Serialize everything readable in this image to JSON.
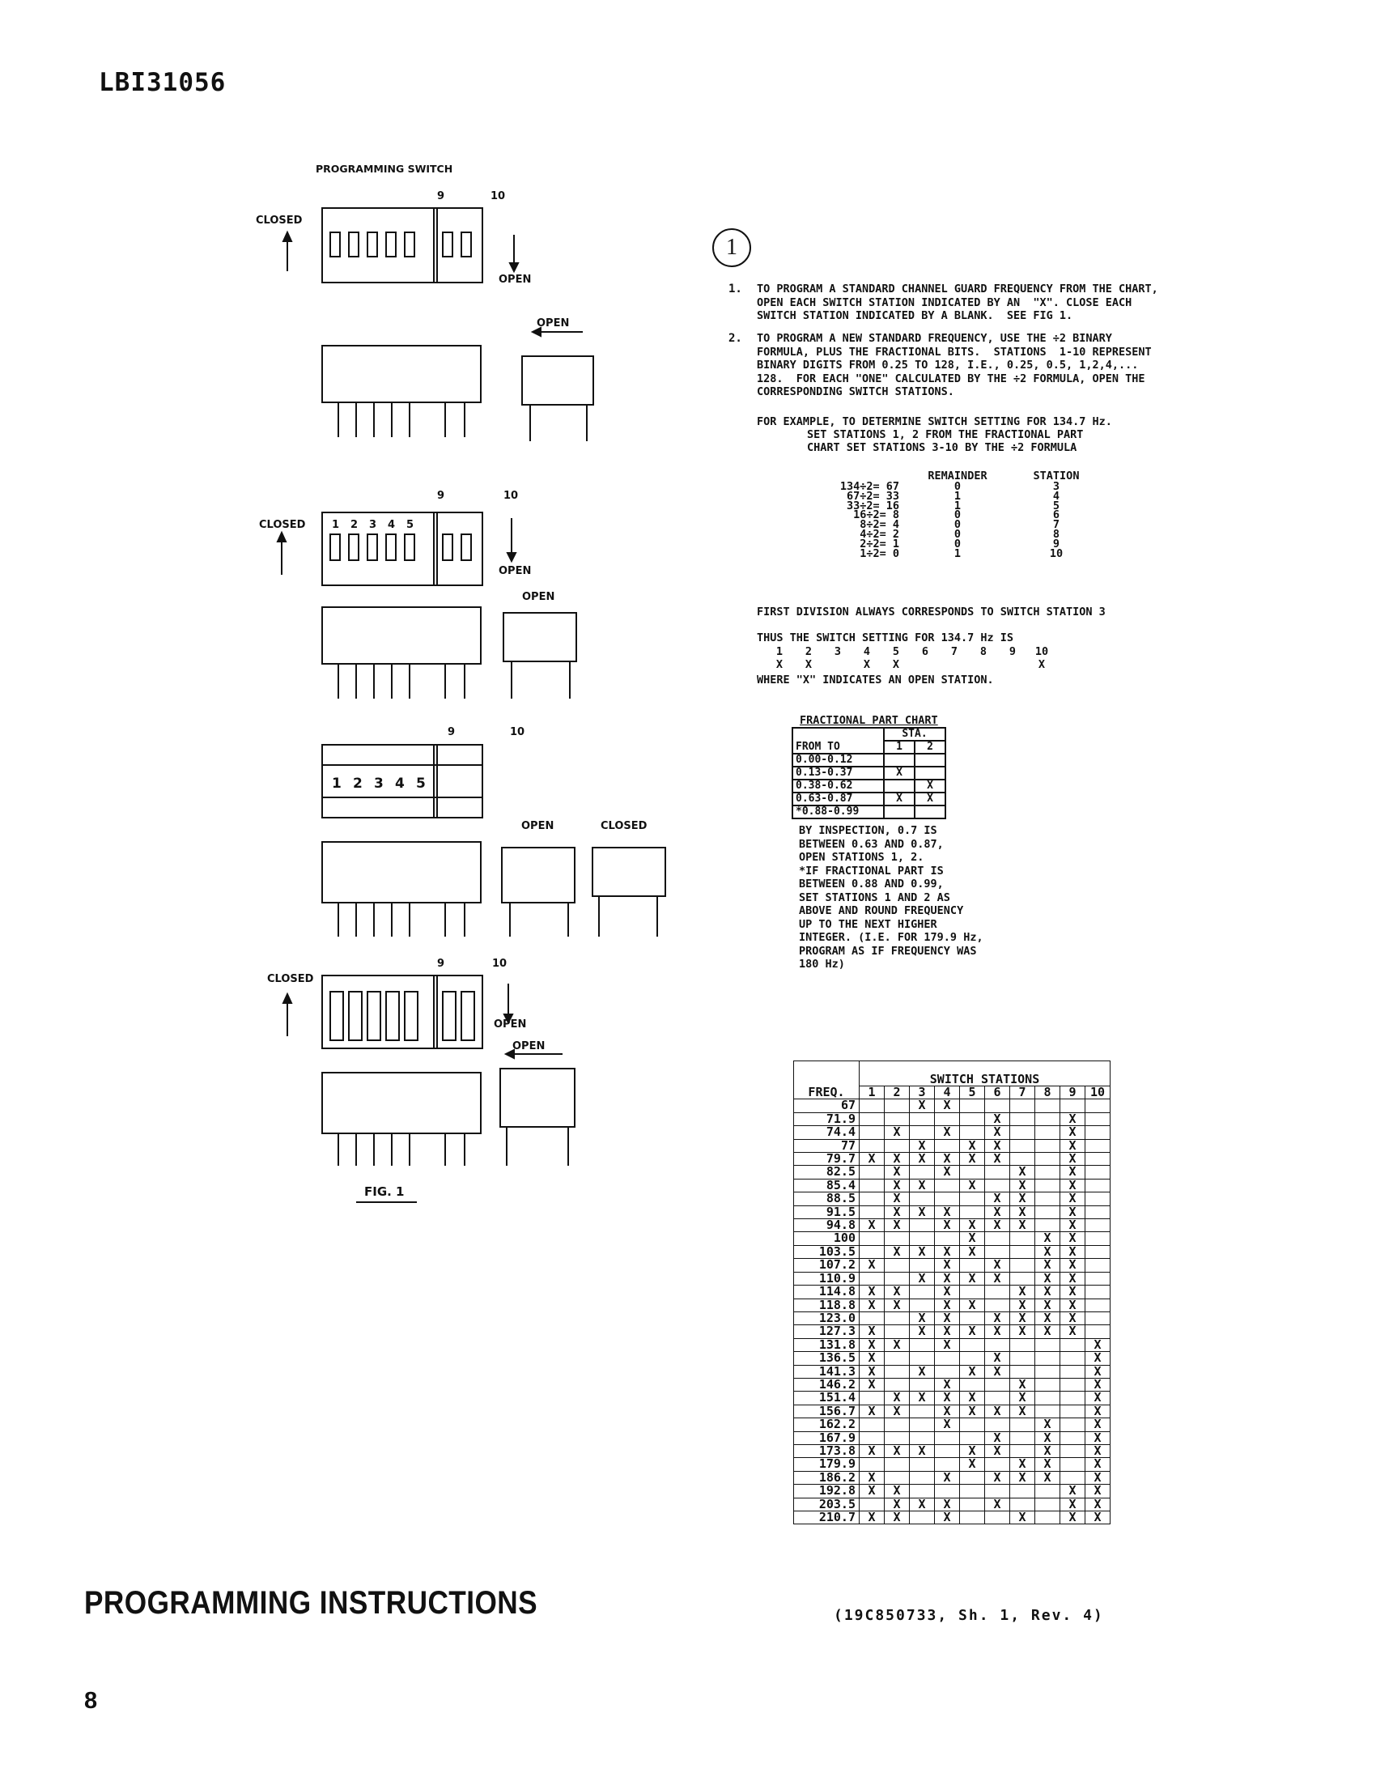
{
  "header": {
    "doc_id": "LBI31056"
  },
  "figure": {
    "title": "PROGRAMMING SWITCH",
    "caption": "FIG. 1",
    "labels": {
      "closed": "CLOSED",
      "open": "OPEN",
      "nine": "9",
      "ten": "10",
      "n1": "1",
      "n2": "2",
      "n3": "3",
      "n4": "4",
      "n5": "5"
    }
  },
  "instructions": {
    "circle_label": "1",
    "step1_num": "1.",
    "step1_text": "TO PROGRAM A STANDARD CHANNEL GUARD FREQUENCY FROM THE CHART,\nOPEN EACH SWITCH STATION INDICATED BY AN  \"X\". CLOSE EACH\nSWITCH STATION INDICATED BY A BLANK.  SEE FIG 1.",
    "step2_num": "2.",
    "step2_text": "TO PROGRAM A NEW STANDARD FREQUENCY, USE THE ÷2 BINARY\nFORMULA, PLUS THE FRACTIONAL BITS.  STATIONS  1-10 REPRESENT\nBINARY DIGITS FROM 0.25 TO 128, I.E., 0.25, 0.5, 1,2,4,...\n128.  FOR EACH \"ONE\" CALCULATED BY THE ÷2 FORMULA, OPEN THE\nCORRESPONDING SWITCH STATIONS.",
    "example_line1": "FOR EXAMPLE, TO DETERMINE SWITCH SETTING FOR 134.7 Hz.",
    "example_line2": "SET STATIONS 1, 2 FROM THE FRACTIONAL PART",
    "example_line3": "CHART SET STATIONS 3-10 BY THE ÷2 FORMULA",
    "division_headers": {
      "remainder": "REMAINDER",
      "station": "STATION"
    },
    "divisions": [
      {
        "expr": "134÷2= 67",
        "remainder": "0",
        "station": "3"
      },
      {
        "expr": "67÷2= 33",
        "remainder": "1",
        "station": "4"
      },
      {
        "expr": "33÷2= 16",
        "remainder": "1",
        "station": "5"
      },
      {
        "expr": "16÷2=  8",
        "remainder": "0",
        "station": "6"
      },
      {
        "expr": "8÷2=  4",
        "remainder": "0",
        "station": "7"
      },
      {
        "expr": "4÷2=  2",
        "remainder": "0",
        "station": "8"
      },
      {
        "expr": "2÷2=  1",
        "remainder": "0",
        "station": "9"
      },
      {
        "expr": "1÷2=  0",
        "remainder": "1",
        "station": "10"
      }
    ],
    "first_division_note": "FIRST DIVISION ALWAYS CORRESPONDS TO SWITCH STATION  3",
    "thus_line": "THUS THE SWITCH SETTING FOR 134.7 Hz IS",
    "setting_stations": [
      "1",
      "2",
      "3",
      "4",
      "5",
      "6",
      "7",
      "8",
      "9",
      "10"
    ],
    "setting_marks": [
      "X",
      "X",
      "",
      "X",
      "X",
      "",
      "",
      "",
      "",
      "X"
    ],
    "where_line": "WHERE \"X\" INDICATES AN OPEN STATION."
  },
  "fraction_chart": {
    "title": "FRACTIONAL PART CHART",
    "header_from_to": "FROM TO",
    "header_sta": "STA.",
    "header_1": "1",
    "header_2": "2",
    "rows": [
      {
        "range": "0.00-0.12",
        "s1": "",
        "s2": ""
      },
      {
        "range": "0.13-0.37",
        "s1": "X",
        "s2": ""
      },
      {
        "range": "0.38-0.62",
        "s1": "",
        "s2": "X"
      },
      {
        "range": "0.63-0.87",
        "s1": "X",
        "s2": "X"
      },
      {
        "range": "*0.88-0.99",
        "s1": "",
        "s2": ""
      }
    ],
    "note": "BY INSPECTION, 0.7 IS\nBETWEEN 0.63 AND 0.87,\nOPEN STATIONS 1, 2.\n*IF FRACTIONAL PART IS\nBETWEEN 0.88 AND 0.99,\nSET STATIONS 1 AND 2 AS\nABOVE AND ROUND FREQUENCY\nUP TO THE NEXT HIGHER\nINTEGER. (I.E. FOR 179.9 Hz,\nPROGRAM AS IF FREQUENCY WAS\n180 Hz)"
  },
  "switch_chart": {
    "title": "SWITCH STATIONS",
    "freq_header": "FREQ.",
    "station_headers": [
      "1",
      "2",
      "3",
      "4",
      "5",
      "6",
      "7",
      "8",
      "9",
      "10"
    ],
    "rows": [
      {
        "freq": "67",
        "marks": [
          "",
          "",
          "X",
          "X",
          "",
          "",
          "",
          "",
          "",
          ""
        ]
      },
      {
        "freq": "71.9",
        "marks": [
          "",
          "",
          "",
          "",
          "",
          "X",
          "",
          "",
          "X",
          ""
        ]
      },
      {
        "freq": "74.4",
        "marks": [
          "",
          "X",
          "",
          "X",
          "",
          "X",
          "",
          "",
          "X",
          ""
        ]
      },
      {
        "freq": "77",
        "marks": [
          "",
          "",
          "X",
          "",
          "X",
          "X",
          "",
          "",
          "X",
          ""
        ]
      },
      {
        "freq": "79.7",
        "marks": [
          "X",
          "X",
          "X",
          "X",
          "X",
          "X",
          "",
          "",
          "X",
          ""
        ]
      },
      {
        "freq": "82.5",
        "marks": [
          "",
          "X",
          "",
          "X",
          "",
          "",
          "X",
          "",
          "X",
          ""
        ]
      },
      {
        "freq": "85.4",
        "marks": [
          "",
          "X",
          "X",
          "",
          "X",
          "",
          "X",
          "",
          "X",
          ""
        ]
      },
      {
        "freq": "88.5",
        "marks": [
          "",
          "X",
          "",
          "",
          "",
          "X",
          "X",
          "",
          "X",
          ""
        ]
      },
      {
        "freq": "91.5",
        "marks": [
          "",
          "X",
          "X",
          "X",
          "",
          "X",
          "X",
          "",
          "X",
          ""
        ]
      },
      {
        "freq": "94.8",
        "marks": [
          "X",
          "X",
          "",
          "X",
          "X",
          "X",
          "X",
          "",
          "X",
          ""
        ]
      },
      {
        "freq": "100",
        "marks": [
          "",
          "",
          "",
          "",
          "X",
          "",
          "",
          "X",
          "X",
          ""
        ]
      },
      {
        "freq": "103.5",
        "marks": [
          "",
          "X",
          "X",
          "X",
          "X",
          "",
          "",
          "X",
          "X",
          ""
        ]
      },
      {
        "freq": "107.2",
        "marks": [
          "X",
          "",
          "",
          "X",
          "",
          "X",
          "",
          "X",
          "X",
          ""
        ]
      },
      {
        "freq": "110.9",
        "marks": [
          "",
          "",
          "X",
          "X",
          "X",
          "X",
          "",
          "X",
          "X",
          ""
        ]
      },
      {
        "freq": "114.8",
        "marks": [
          "X",
          "X",
          "",
          "X",
          "",
          "",
          "X",
          "X",
          "X",
          ""
        ]
      },
      {
        "freq": "118.8",
        "marks": [
          "X",
          "X",
          "",
          "X",
          "X",
          "",
          "X",
          "X",
          "X",
          ""
        ]
      },
      {
        "freq": "123.0",
        "marks": [
          "",
          "",
          "X",
          "X",
          "",
          "X",
          "X",
          "X",
          "X",
          ""
        ]
      },
      {
        "freq": "127.3",
        "marks": [
          "X",
          "",
          "X",
          "X",
          "X",
          "X",
          "X",
          "X",
          "X",
          ""
        ]
      },
      {
        "freq": "131.8",
        "marks": [
          "X",
          "X",
          "",
          "X",
          "",
          "",
          "",
          "",
          "",
          "X"
        ]
      },
      {
        "freq": "136.5",
        "marks": [
          "X",
          "",
          "",
          "",
          "",
          "X",
          "",
          "",
          "",
          "X"
        ]
      },
      {
        "freq": "141.3",
        "marks": [
          "X",
          "",
          "X",
          "",
          "X",
          "X",
          "",
          "",
          "",
          "X"
        ]
      },
      {
        "freq": "146.2",
        "marks": [
          "X",
          "",
          "",
          "X",
          "",
          "",
          "X",
          "",
          "",
          "X"
        ]
      },
      {
        "freq": "151.4",
        "marks": [
          "",
          "X",
          "X",
          "X",
          "X",
          "",
          "X",
          "",
          "",
          "X"
        ]
      },
      {
        "freq": "156.7",
        "marks": [
          "X",
          "X",
          "",
          "X",
          "X",
          "X",
          "X",
          "",
          "",
          "X"
        ]
      },
      {
        "freq": "162.2",
        "marks": [
          "",
          "",
          "",
          "X",
          "",
          "",
          "",
          "X",
          "",
          "X"
        ]
      },
      {
        "freq": "167.9",
        "marks": [
          "",
          "",
          "",
          "",
          "",
          "X",
          "",
          "X",
          "",
          "X"
        ]
      },
      {
        "freq": "173.8",
        "marks": [
          "X",
          "X",
          "X",
          "",
          "X",
          "X",
          "",
          "X",
          "",
          "X"
        ]
      },
      {
        "freq": "179.9",
        "marks": [
          "",
          "",
          "",
          "",
          "X",
          "",
          "X",
          "X",
          "",
          "X"
        ]
      },
      {
        "freq": "186.2",
        "marks": [
          "X",
          "",
          "",
          "X",
          "",
          "X",
          "X",
          "X",
          "",
          "X"
        ]
      },
      {
        "freq": "192.8",
        "marks": [
          "X",
          "X",
          "",
          "",
          "",
          "",
          "",
          "",
          "X",
          "X"
        ]
      },
      {
        "freq": "203.5",
        "marks": [
          "",
          "X",
          "X",
          "X",
          "",
          "X",
          "",
          "",
          "X",
          "X"
        ]
      },
      {
        "freq": "210.7",
        "marks": [
          "X",
          "X",
          "",
          "X",
          "",
          "",
          "X",
          "",
          "X",
          "X"
        ]
      }
    ]
  },
  "footer": {
    "title": "PROGRAMMING INSTRUCTIONS",
    "doc_ref": "(19C850733, Sh. 1, Rev. 4)",
    "page_number": "8"
  }
}
